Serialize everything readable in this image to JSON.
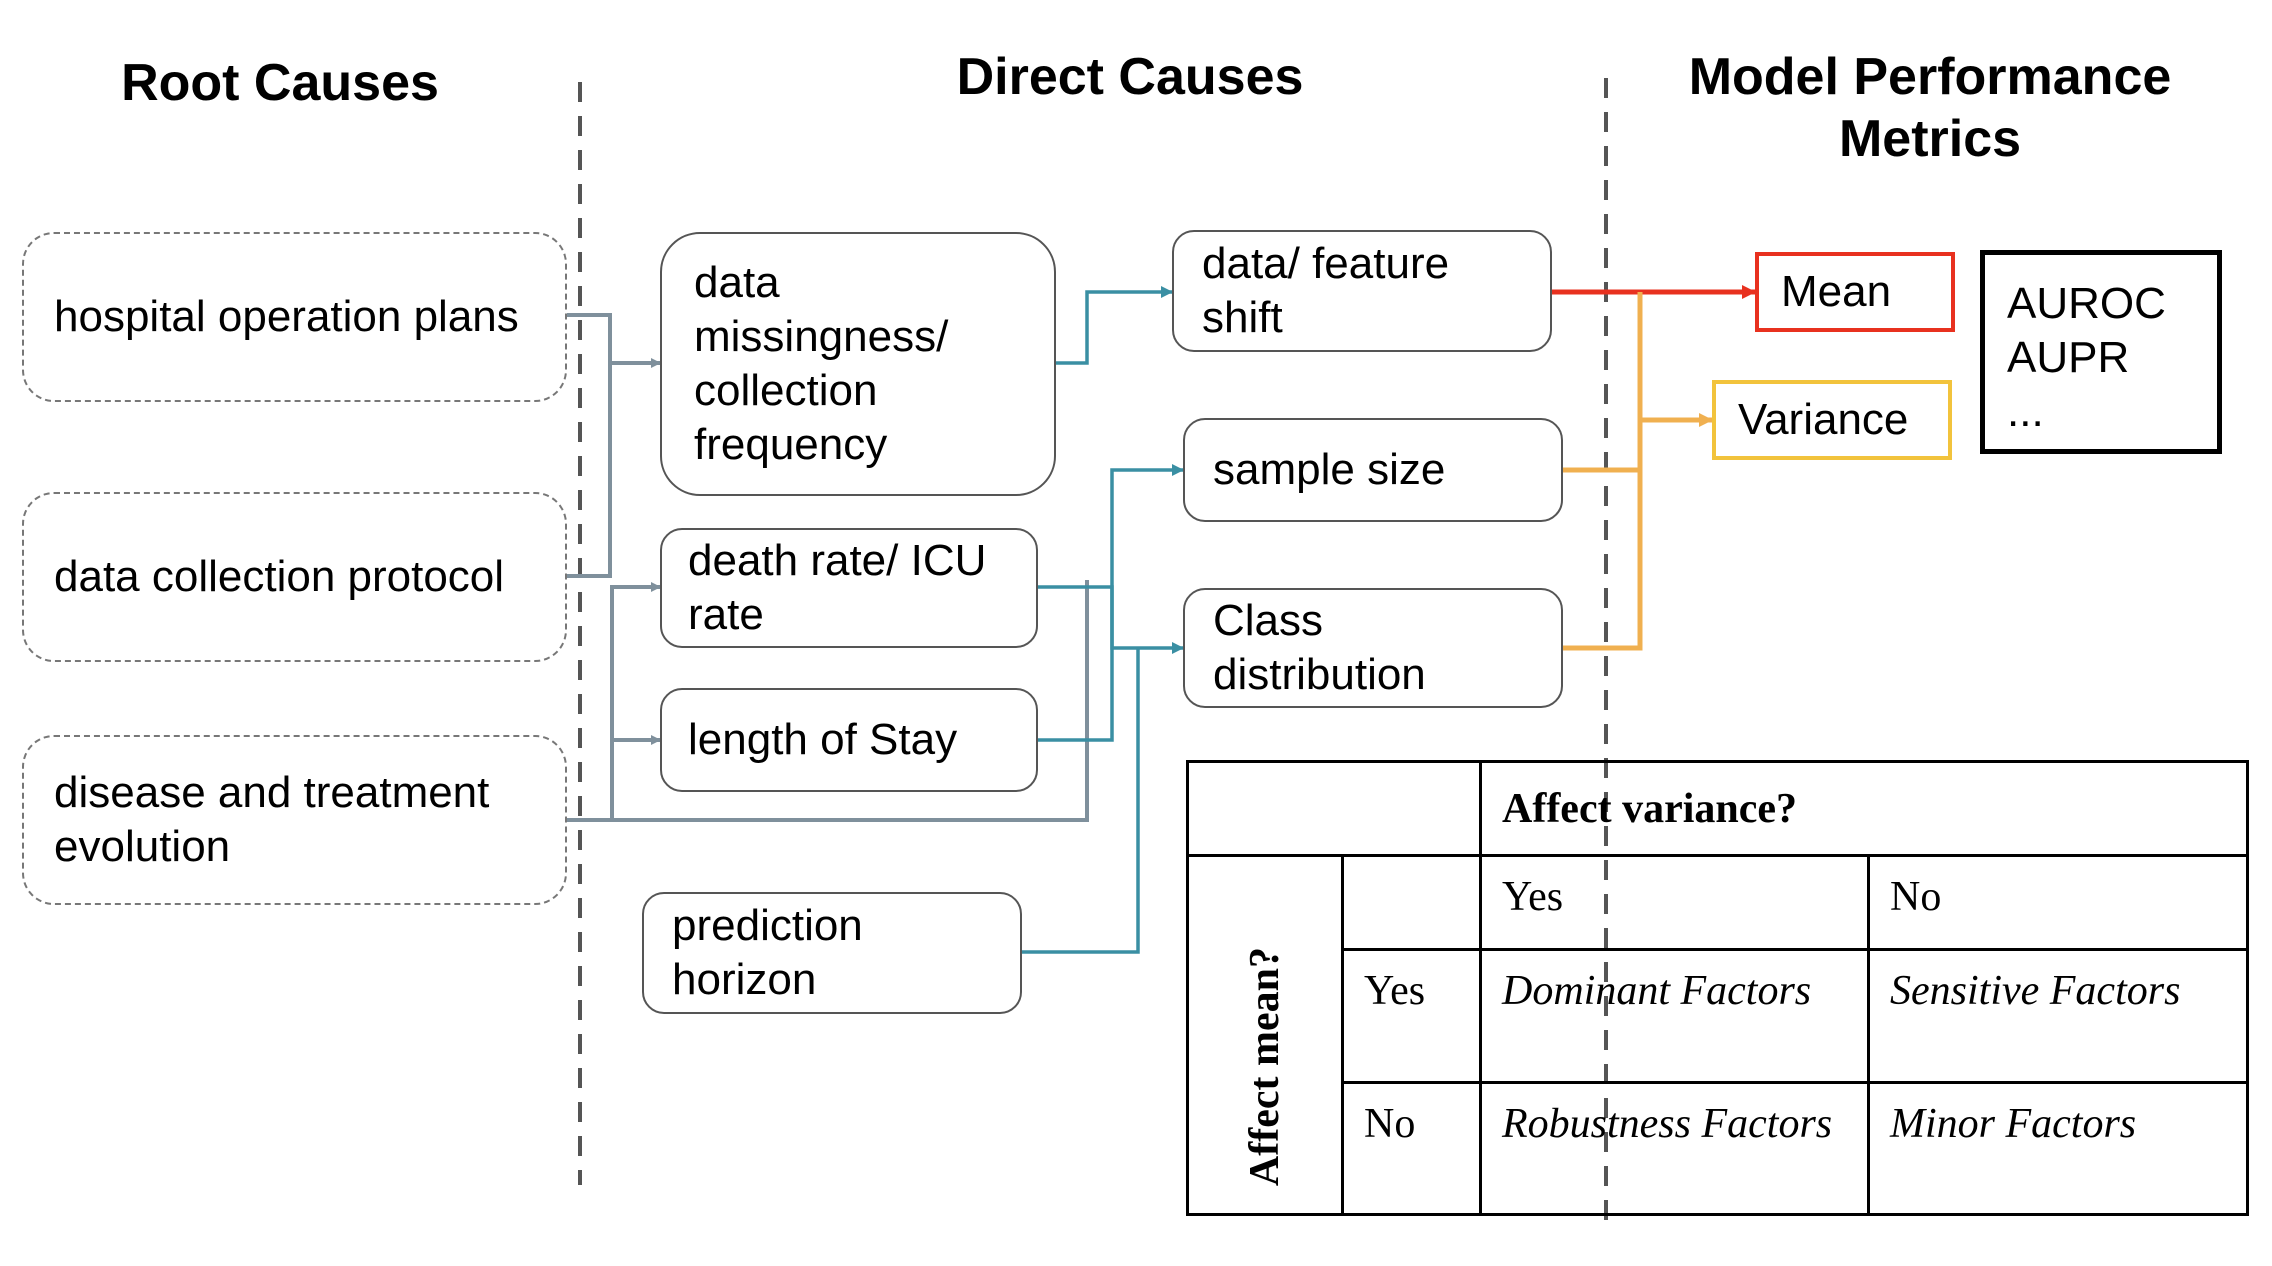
{
  "headers": {
    "root": "Root Causes",
    "direct": "Direct Causes",
    "metrics": "Model Performance Metrics"
  },
  "root_causes": [
    "hospital operation plans",
    "data collection protocol",
    "disease and treatment evolution"
  ],
  "intermediate_factors": [
    "data missingness/ collection frequency",
    "death rate/ ICU rate",
    "length of Stay",
    "prediction horizon"
  ],
  "direct_causes": [
    "data/ feature shift",
    "sample size",
    "Class distribution"
  ],
  "metrics": {
    "mean": "Mean",
    "variance": "Variance",
    "examples": [
      "AUROC",
      "AUPR",
      "..."
    ]
  },
  "colors": {
    "root_links": "#7f909c",
    "factor_links": "#3a8fa3",
    "mean_link": "#e8311f",
    "variance_link": "#f0b050",
    "mean_box": "#e8311f",
    "variance_box": "#f2c33c"
  },
  "factor_table": {
    "col_header": "Affect variance?",
    "row_header": "Affect mean?",
    "col_values": [
      "Yes",
      "No"
    ],
    "row_values": [
      "Yes",
      "No"
    ],
    "cells": [
      [
        "Dominant Factors",
        "Sensitive Factors"
      ],
      [
        "Robustness Factors",
        "Minor Factors"
      ]
    ]
  }
}
